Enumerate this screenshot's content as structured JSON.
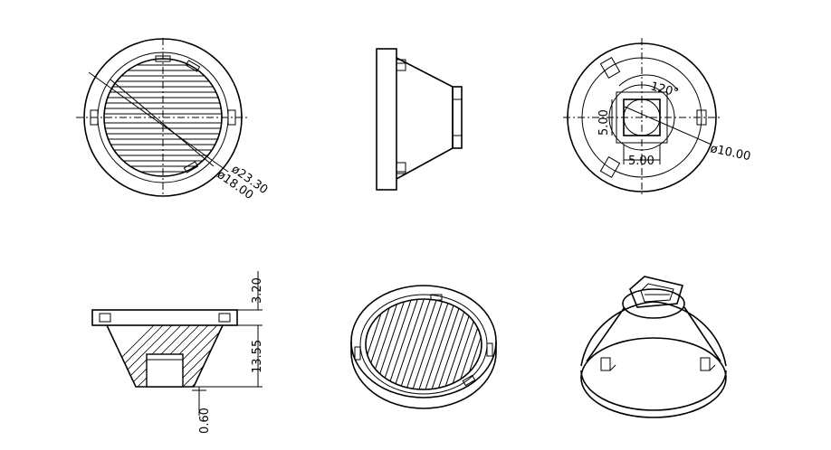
{
  "dimensions": {
    "outer_diameter": "ø23.30",
    "inner_diameter": "ø18.00",
    "angle": "120°",
    "slot_height": "5.00",
    "slot_width": "5.00",
    "hole_diameter": "ø10.00",
    "flange_height": "3.20",
    "total_height": "13.55",
    "bottom_offset": "0.60"
  }
}
